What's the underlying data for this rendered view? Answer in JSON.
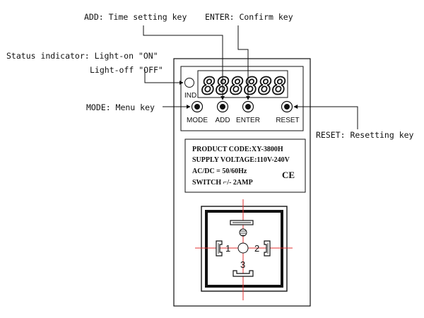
{
  "callouts": {
    "add": "ADD: Time setting key",
    "enter": "ENTER: Confirm key",
    "status_line1": "Status indicator: Light-on \"ON\"",
    "status_line2": "Light-off \"OFF\"",
    "mode": "MODE: Menu key",
    "reset": "RESET: Resetting key"
  },
  "panel": {
    "indicator_label": "IND",
    "display_digits": [
      "8",
      "8",
      "8",
      "8",
      "8",
      "8"
    ],
    "keys": [
      "MODE",
      "ADD",
      "ENTER",
      "RESET"
    ]
  },
  "nameplate": {
    "line1": "PRODUCT CODE:XY-3800H",
    "line2": "SUPPLY VOLTAGE:110V-240V",
    "line3": "AC/DC  =  50/60Hz",
    "line4": "SWITCH ⌐/- 2AMP",
    "mark": "CE"
  },
  "socket": {
    "pins": [
      "1",
      "2",
      "3"
    ]
  },
  "colors": {
    "guide_line": "#e03030",
    "outline": "#111111"
  }
}
